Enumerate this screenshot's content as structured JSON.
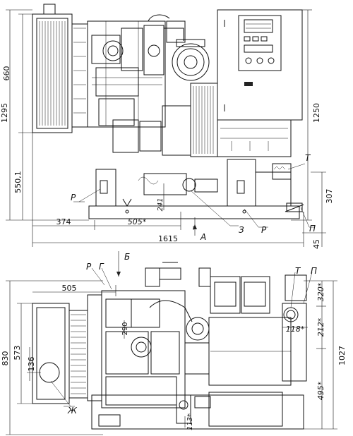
{
  "top_view_dims": {
    "d_660": "660",
    "d_1295": "1295",
    "d_550_1": "550,1",
    "d_374": "374",
    "d_505_star": "505*",
    "d_1615": "1615",
    "d_1250": "1250",
    "d_307": "307",
    "d_45": "45",
    "d_241": "241"
  },
  "top_view_labels": {
    "p_left": "Р",
    "p_right": "Р",
    "z": "З",
    "t": "Т",
    "pi": "П",
    "a": "А"
  },
  "bottom_view_dims": {
    "d_505": "505",
    "d_830": "830",
    "d_573": "573",
    "d_136": "136",
    "d_290": "290",
    "d_1027": "1027",
    "d_320_star": "320*",
    "d_212_star": "212*",
    "d_118_star": "118*",
    "d_495_star": "495*",
    "d_113_star": "113*"
  },
  "bottom_view_labels": {
    "b": "Б",
    "r": "Р",
    "g": "Г",
    "t": "Т",
    "pi": "П",
    "zh": "Ж"
  }
}
